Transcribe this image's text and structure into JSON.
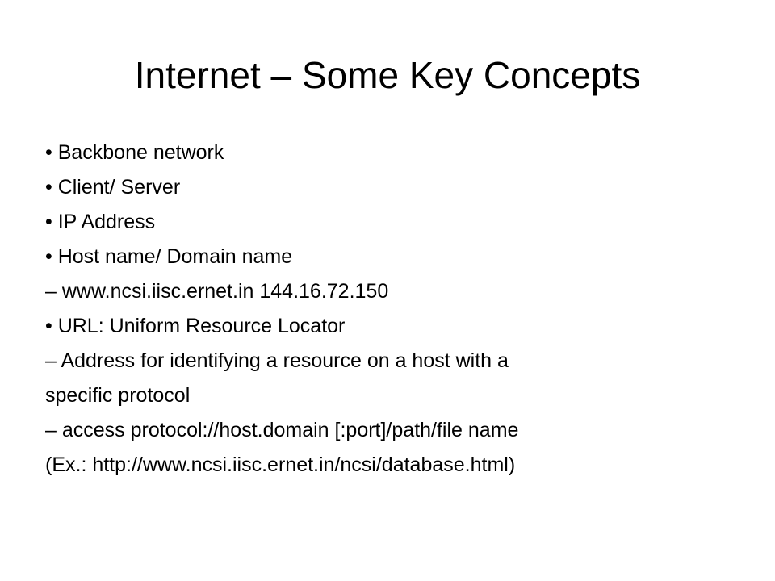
{
  "slide": {
    "title": "Internet – Some Key Concepts",
    "lines": [
      "• Backbone network",
      "• Client/ Server",
      "• IP Address",
      "• Host name/ Domain name",
      "– www.ncsi.iisc.ernet.in 144.16.72.150",
      "• URL: Uniform Resource Locator",
      "– Address for identifying a resource on a host with a",
      "specific protocol",
      "– access protocol://host.domain [:port]/path/file name",
      "(Ex.: http://www.ncsi.iisc.ernet.in/ncsi/database.html)"
    ]
  }
}
